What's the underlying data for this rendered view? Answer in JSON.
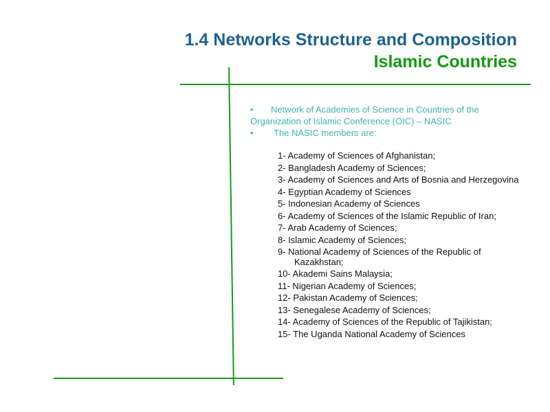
{
  "title": {
    "line1": "1.4 Networks Structure and Composition",
    "line2": "Islamic Countries"
  },
  "intro": {
    "bullet_char": "•",
    "bullet1": "Network of Academies of Science in Countries of the Organization of Islamic Conference (OIC) – NASIC",
    "bullet2": "The NASIC members are:"
  },
  "members": [
    "1- Academy of Sciences of Afghanistan;",
    "2- Bangladesh Academy of Sciences;",
    "3- Academy of Sciences and Arts of Bosnia and Herzegovina",
    "4- Egyptian Academy of Sciences",
    "5- Indonesian Academy of Sciences",
    "6- Academy of Sciences of the Islamic Republic of Iran;",
    "7- Arab Academy of Sciences;",
    "8- Islamic Academy of Sciences;",
    "9- National Academy of Sciences of the Republic of Kazakhstan;",
    "10- Akademi Sains Malaysia;",
    "11- Nigerian Academy of Sciences;",
    "12- Pakistan Academy of Sciences;",
    "13- Senegalese Academy of Sciences;",
    "14- Academy of Sciences of the Republic of Tajikistan;",
    "15- The Uganda National Academy of Sciences"
  ],
  "colors": {
    "title_blue": "#1b6391",
    "title_green": "#119a11",
    "line_green": "#169a16",
    "intro_teal": "#3fb3b0"
  }
}
